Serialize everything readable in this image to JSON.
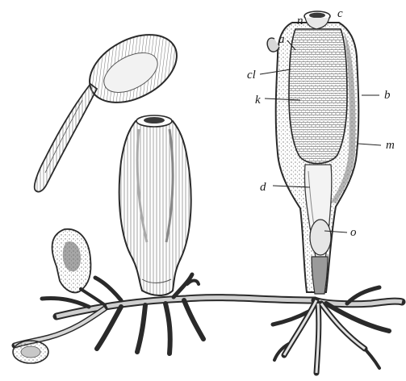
{
  "labels": {
    "n": "n",
    "c": "c",
    "a": "a",
    "cl": "cl",
    "b": "b",
    "k": "k",
    "m": "m",
    "d": "d",
    "o": "o"
  },
  "colors": {
    "ink": "#2a2a2a",
    "shade": "#8a8a8a",
    "paper": "#ffffff"
  }
}
